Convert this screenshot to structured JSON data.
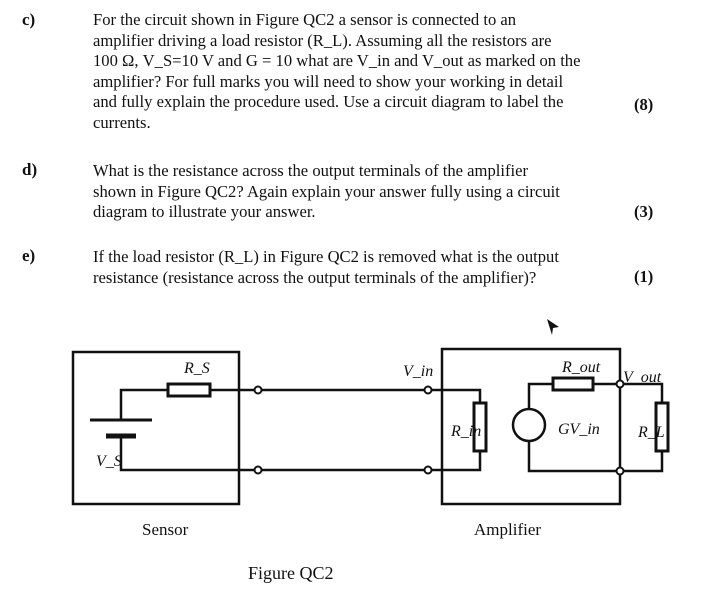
{
  "questions": [
    {
      "label": "c)",
      "lines": [
        "For the circuit shown in Figure QC2 a sensor is connected to an",
        "amplifier driving a load resistor (R_L).  Assuming all the resistors are",
        "100 Ω, V_S=10 V and G = 10 what are V_in and V_out as marked on the",
        "amplifier? For full marks you will need to show your working in detail",
        "and fully explain the procedure used.  Use a circuit diagram to label the",
        "currents."
      ],
      "marks": "(8)"
    },
    {
      "label": "d)",
      "lines": [
        "What is the resistance across the output terminals of the amplifier",
        "shown in Figure QC2? Again explain your answer fully using a circuit",
        "diagram to illustrate your answer."
      ],
      "marks": "(3)"
    },
    {
      "label": "e)",
      "lines": [
        "If the load resistor (R_L) in Figure QC2 is removed what is the output",
        "resistance (resistance across the output terminals of the amplifier)?"
      ],
      "marks": "(1)"
    }
  ],
  "figure": {
    "caption": "Figure QC2",
    "sensor_label": "Sensor",
    "amplifier_label": "Amplifier",
    "rs_label": "R_S",
    "vs_label": "V_S",
    "vin_label": "V_in",
    "rin_label": "R_in",
    "rout_label": "R_out",
    "gvin_label": "GV_in",
    "vout_label": "V_out",
    "rl_label": "R_L"
  }
}
